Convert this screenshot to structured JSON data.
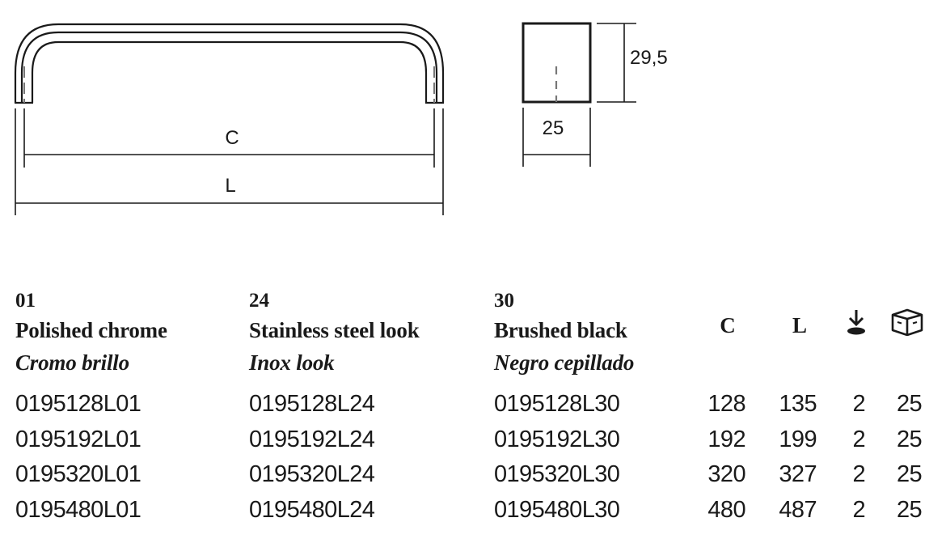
{
  "drawing": {
    "front_view": {
      "dimension_c_label": "C",
      "dimension_l_label": "L"
    },
    "side_view": {
      "height_label": "29,5",
      "width_label": "25"
    }
  },
  "finishes": [
    {
      "code": "01",
      "name_en": "Polished chrome",
      "name_es": "Cromo brillo"
    },
    {
      "code": "24",
      "name_en": "Stainless steel look",
      "name_es": "Inox look"
    },
    {
      "code": "30",
      "name_en": "Brushed black",
      "name_es": "Negro cepillado"
    }
  ],
  "table": {
    "headers": {
      "c": "C",
      "l": "L",
      "screws_icon": "screw-fixing-icon",
      "box_icon": "package-box-icon"
    },
    "rows": [
      {
        "ref_01": "0195128L01",
        "ref_24": "0195128L24",
        "ref_30": "0195128L30",
        "c": "128",
        "l": "135",
        "screws": "2",
        "box": "25"
      },
      {
        "ref_01": "0195192L01",
        "ref_24": "0195192L24",
        "ref_30": "0195192L30",
        "c": "192",
        "l": "199",
        "screws": "2",
        "box": "25"
      },
      {
        "ref_01": "0195320L01",
        "ref_24": "0195320L24",
        "ref_30": "0195320L30",
        "c": "320",
        "l": "327",
        "screws": "2",
        "box": "25"
      },
      {
        "ref_01": "0195480L01",
        "ref_24": "0195480L24",
        "ref_30": "0195480L30",
        "c": "480",
        "l": "487",
        "screws": "2",
        "box": "25"
      }
    ]
  },
  "colors": {
    "ink": "#1a1a1a",
    "center_line": "#777777"
  }
}
